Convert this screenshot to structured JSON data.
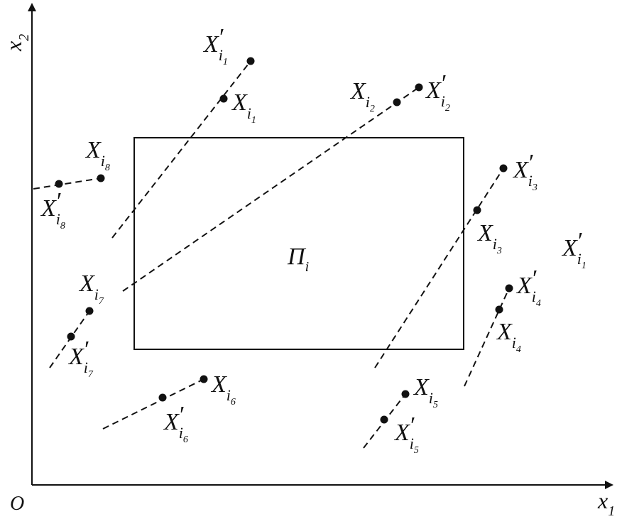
{
  "axes": {
    "origin": "O",
    "x_label": {
      "main": "x",
      "sub": "1"
    },
    "y_label": {
      "main": "x",
      "sub": "2"
    }
  },
  "rect_label": {
    "main": "Π",
    "sub": "i"
  },
  "labels": {
    "l1p": {
      "main": "X",
      "sub": "i",
      "subsub": "1",
      "prime": "′"
    },
    "l1": {
      "main": "X",
      "sub": "i",
      "subsub": "1",
      "prime": ""
    },
    "l2": {
      "main": "X",
      "sub": "i",
      "subsub": "2",
      "prime": ""
    },
    "l2p": {
      "main": "X",
      "sub": "i",
      "subsub": "2",
      "prime": "′"
    },
    "l8": {
      "main": "X",
      "sub": "i",
      "subsub": "8",
      "prime": ""
    },
    "l8p": {
      "main": "X",
      "sub": "i",
      "subsub": "8",
      "prime": "′"
    },
    "l3p": {
      "main": "X",
      "sub": "i",
      "subsub": "3",
      "prime": "′"
    },
    "l3": {
      "main": "X",
      "sub": "i",
      "subsub": "3",
      "prime": ""
    },
    "l1p_b": {
      "main": "X",
      "sub": "i",
      "subsub": "1",
      "prime": "′"
    },
    "l7": {
      "main": "X",
      "sub": "i",
      "subsub": "7",
      "prime": ""
    },
    "l7p": {
      "main": "X",
      "sub": "i",
      "subsub": "7",
      "prime": "′"
    },
    "l4p": {
      "main": "X",
      "sub": "i",
      "subsub": "4",
      "prime": "′"
    },
    "l4": {
      "main": "X",
      "sub": "i",
      "subsub": "4",
      "prime": ""
    },
    "l6": {
      "main": "X",
      "sub": "i",
      "subsub": "6",
      "prime": ""
    },
    "l6p": {
      "main": "X",
      "sub": "i",
      "subsub": "6",
      "prime": "′"
    },
    "l5": {
      "main": "X",
      "sub": "i",
      "subsub": "5",
      "prime": ""
    },
    "l5p": {
      "main": "X",
      "sub": "i",
      "subsub": "5",
      "prime": "′"
    }
  }
}
